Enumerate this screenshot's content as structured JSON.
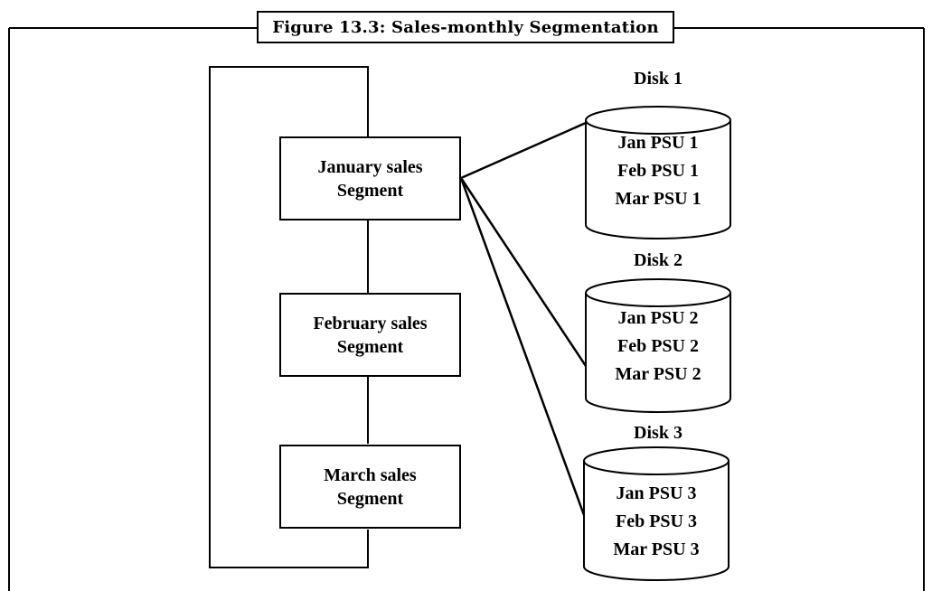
{
  "figure": {
    "caption": "Figure 13.3: Sales-monthly Segmentation"
  },
  "segments": [
    {
      "line1": "January sales",
      "line2": "Segment"
    },
    {
      "line1": "February sales",
      "line2": "Segment"
    },
    {
      "line1": "March sales",
      "line2": "Segment"
    }
  ],
  "disks": [
    {
      "title": "Disk 1",
      "rows": [
        "Jan PSU 1",
        "Feb PSU 1",
        "Mar PSU 1"
      ]
    },
    {
      "title": "Disk 2",
      "rows": [
        "Jan PSU 2",
        "Feb PSU 2",
        "Mar PSU 2"
      ]
    },
    {
      "title": "Disk 3",
      "rows": [
        "Jan PSU 3",
        "Feb PSU 3",
        "Mar PSU 3"
      ]
    }
  ],
  "colors": {
    "stroke": "#000000",
    "background": "#ffffff"
  }
}
